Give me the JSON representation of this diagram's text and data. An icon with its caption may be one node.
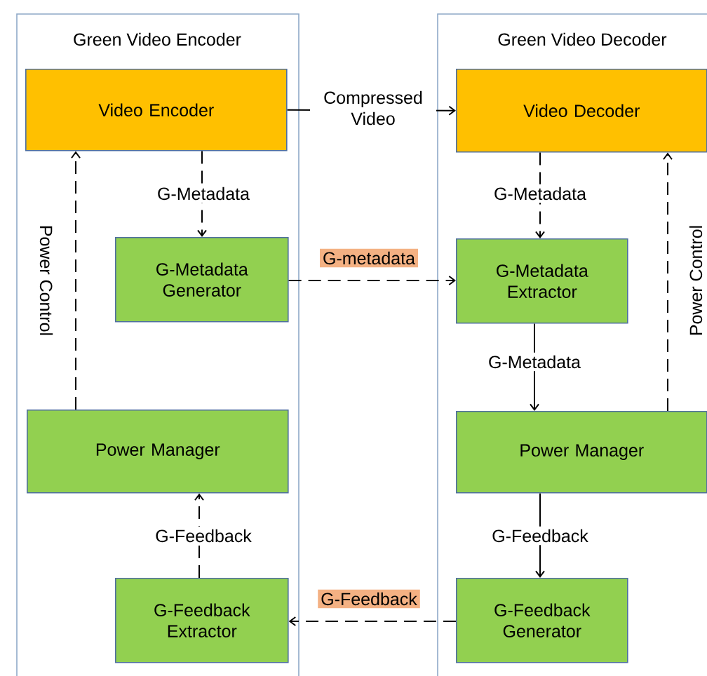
{
  "diagram": {
    "nodes": [
      {
        "text": [
          "Green Video Encoder"
        ]
      },
      {
        "text": [
          "Video Encoder"
        ],
        "in": 0
      },
      {
        "text": [
          "G-Metadata Generator"
        ],
        "in": 0
      },
      {
        "text": [
          "Power Manager"
        ],
        "in": 0
      },
      {
        "text": [
          "G-Feedback Extractor"
        ],
        "in": 0
      },
      {
        "text": [
          "Green Video Decoder"
        ]
      },
      {
        "text": [
          "Video Decoder"
        ],
        "in": 5
      },
      {
        "text": [
          "G-Metadata Extractor"
        ],
        "in": 5
      },
      {
        "text": [
          "Power Manager"
        ],
        "in": 5
      },
      {
        "text": [
          "G-Feedback Generator"
        ],
        "in": 5
      }
    ],
    "edges": [
      {
        "from": 1,
        "to": 6,
        "arrow": "to",
        "label": "Compressed Video"
      },
      {
        "from": 1,
        "to": 2,
        "arrow": "to",
        "label": "G-Metadata",
        "style": "dashed"
      },
      {
        "from": 3,
        "to": 1,
        "arrow": "to",
        "label": "Power Control",
        "style": "dashed"
      },
      {
        "from": 2,
        "to": 7,
        "arrow": "to",
        "label": "G-metadata",
        "style": "dashed"
      },
      {
        "from": 4,
        "to": 3,
        "arrow": "to",
        "label": "G-Feedback",
        "style": "dashed"
      },
      {
        "from": 6,
        "to": 7,
        "arrow": "to",
        "label": "G-Metadata",
        "style": "dashed"
      },
      {
        "from": 7,
        "to": 8,
        "arrow": "to",
        "label": "G-Metadata"
      },
      {
        "from": 8,
        "to": 6,
        "arrow": "to",
        "label": "Power Control",
        "style": "dashed"
      },
      {
        "from": 8,
        "to": 9,
        "arrow": "to",
        "label": "G-Feedback"
      },
      {
        "from": 9,
        "to": 4,
        "arrow": "to",
        "label": "G-Feedback",
        "style": "dashed"
      }
    ]
  }
}
